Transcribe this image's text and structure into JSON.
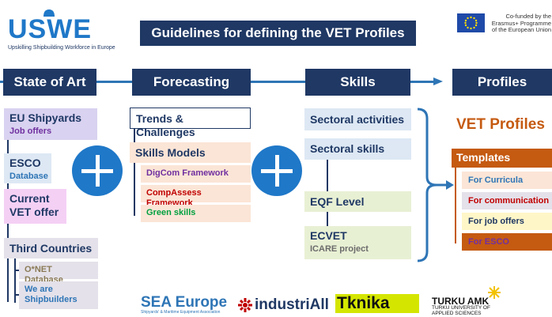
{
  "logo": {
    "name": "USWE",
    "tagline": "Upskilling Shipbuilding Workforce in Europe"
  },
  "header": {
    "title": "Guidelines for defining the VET Profiles"
  },
  "eu": {
    "line1": "Co-funded by the",
    "line2": "Erasmus+ Programme",
    "line3": "of the European Union"
  },
  "stages": [
    "State of Art",
    "Forecasting",
    "Skills",
    "Profiles"
  ],
  "state_of_art": {
    "eu_shipyards": {
      "title": "EU Shipyards",
      "sub": "Job offers"
    },
    "esco": {
      "title": "ESCO",
      "sub": "Database"
    },
    "current_vet": {
      "line1": "Current",
      "line2": "VET offer"
    },
    "third_countries": {
      "title": "Third Countries"
    },
    "onet": "O*NET Database",
    "shipbuilders": {
      "line1": "We are",
      "line2": "Shipbuilders"
    }
  },
  "forecasting": {
    "trends": "Trends & Challenges",
    "skills_models": "Skills Models",
    "digcom": "DigCom Framework",
    "compassess": "CompAssess Framework",
    "green": "Green skills"
  },
  "skills": {
    "sectoral_activities": "Sectoral activities",
    "sectoral_skills": "Sectoral skills",
    "eqf": "EQF Level",
    "ecvet": {
      "title": "ECVET",
      "sub": "ICARE project"
    }
  },
  "profiles": {
    "heading": "VET Profiles",
    "templates": "Templates",
    "items": [
      "For Curricula",
      "For communication",
      "For job offers",
      "For ESCO"
    ]
  },
  "partners": {
    "sea_europe": {
      "name": "SEA Europe",
      "tag": "Shipyards' & Maritime Equipment Association"
    },
    "industriall": "industriAll",
    "tknika": "Tknika",
    "turku": {
      "line1": "TURKU AMK",
      "line2": "TURKU UNIVERSITY OF",
      "line3": "APPLIED SCIENCES"
    }
  }
}
